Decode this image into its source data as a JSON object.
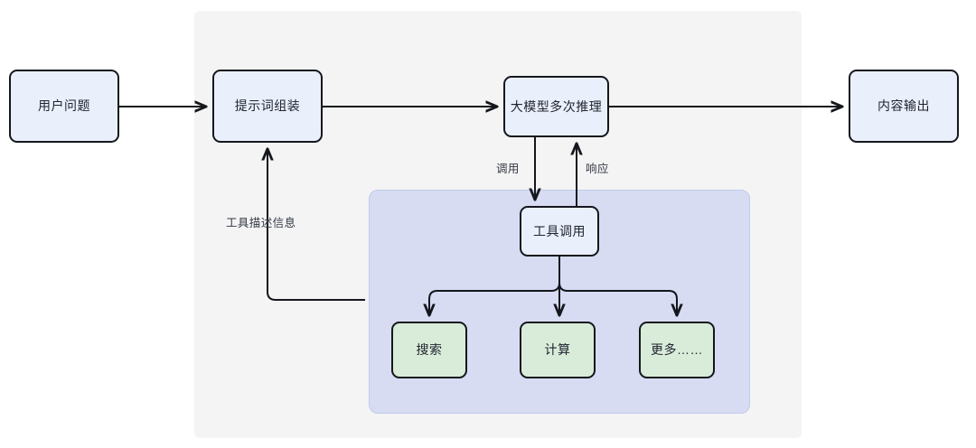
{
  "diagram": {
    "title_visible": false,
    "groups": [
      {
        "name": "outer-pipeline-group",
        "color": "#f4f4f4",
        "label": ""
      },
      {
        "name": "tool-layer-group",
        "color": "#d7dcf2",
        "label": ""
      }
    ],
    "nodes": {
      "user_question": "用户问题",
      "prompt_assembly": "提示词组装",
      "llm_reasoning": "大模型多次推理",
      "content_output": "内容输出",
      "tool_invocation": "工具调用",
      "tool_search": "搜索",
      "tool_calc": "计算",
      "tool_more": "更多……"
    },
    "edge_labels": {
      "call": "调用",
      "response": "响应",
      "tool_description": "工具描述信息"
    },
    "colors": {
      "node_blue_fill": "#eaf0fb",
      "node_green_fill": "#d9ecd9",
      "node_stroke": "#14171c",
      "group_gray": "#f4f4f4",
      "group_purple": "#d7dcf2",
      "group_purple_border": "#c2cbee",
      "text": "#202430"
    }
  }
}
